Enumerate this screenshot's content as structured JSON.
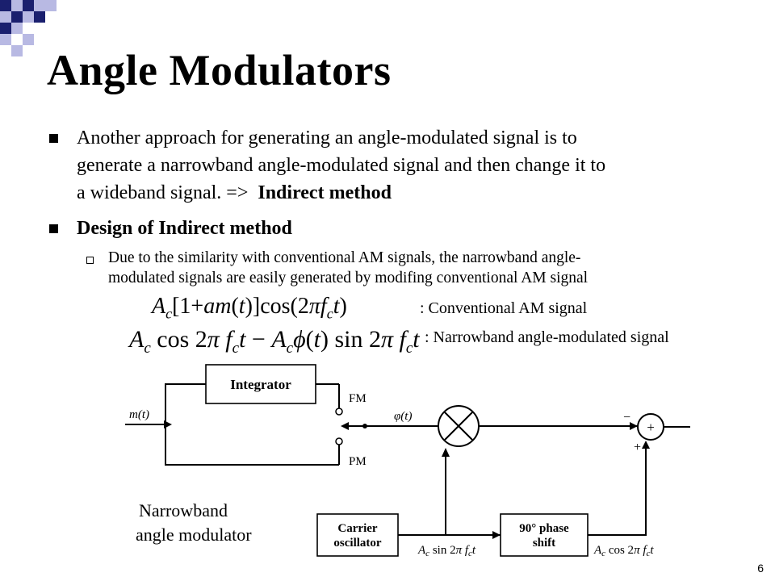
{
  "slide": {
    "title": "Angle Modulators",
    "bullet1": {
      "line1": "Another approach for generating an angle-modulated signal is to",
      "line2": "generate a narrowband angle-modulated signal and then change it to",
      "line3_prefix": "a wideband signal. =>",
      "line3_bold": "Indirect method"
    },
    "bullet2": "Design of Indirect method",
    "sub_bullet": {
      "line1": "Due to the similarity with conventional AM signals, the narrowband angle-",
      "line2": "modulated signals are easily generated by modifing conventional AM signal"
    },
    "equations": [
      {
        "label": ": Conventional AM signal"
      },
      {
        "label": ": Narrowband angle-modulated signal"
      }
    ],
    "caption": {
      "line1": "Narrowband",
      "line2": "angle modulator"
    },
    "page_number": "6"
  },
  "diagram": {
    "integrator": "Integrator",
    "fm": "FM",
    "pm": "PM",
    "input": "m(t)",
    "phi": "φ(t)",
    "minus": "−",
    "plus_sign": "+",
    "sum_symbol": "+",
    "carrier_line1": "Carrier",
    "carrier_line2": "oscillator",
    "phase_line1": "90° phase",
    "phase_line2": "shift"
  },
  "colors": {
    "deco_navy": "#1a1f6e",
    "deco_lavender": "#b8b9e3"
  }
}
